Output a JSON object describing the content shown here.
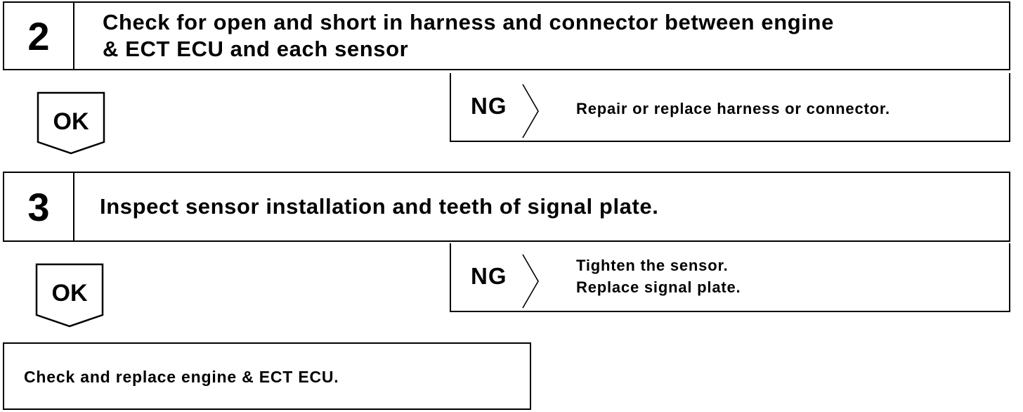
{
  "steps": [
    {
      "number": "2",
      "title_lines": [
        "Check for open and short in harness and connector between engine",
        "& ECT ECU and each sensor"
      ],
      "ok_label": "OK",
      "ng_label": "NG",
      "ng_action_lines": [
        "Repair or replace harness or connector."
      ]
    },
    {
      "number": "3",
      "title_lines": [
        "Inspect sensor installation and teeth of signal plate."
      ],
      "ok_label": "OK",
      "ng_label": "NG",
      "ng_action_lines": [
        "Tighten the sensor.",
        "Replace signal plate."
      ]
    }
  ],
  "final_action": "Check and replace engine & ECT ECU."
}
